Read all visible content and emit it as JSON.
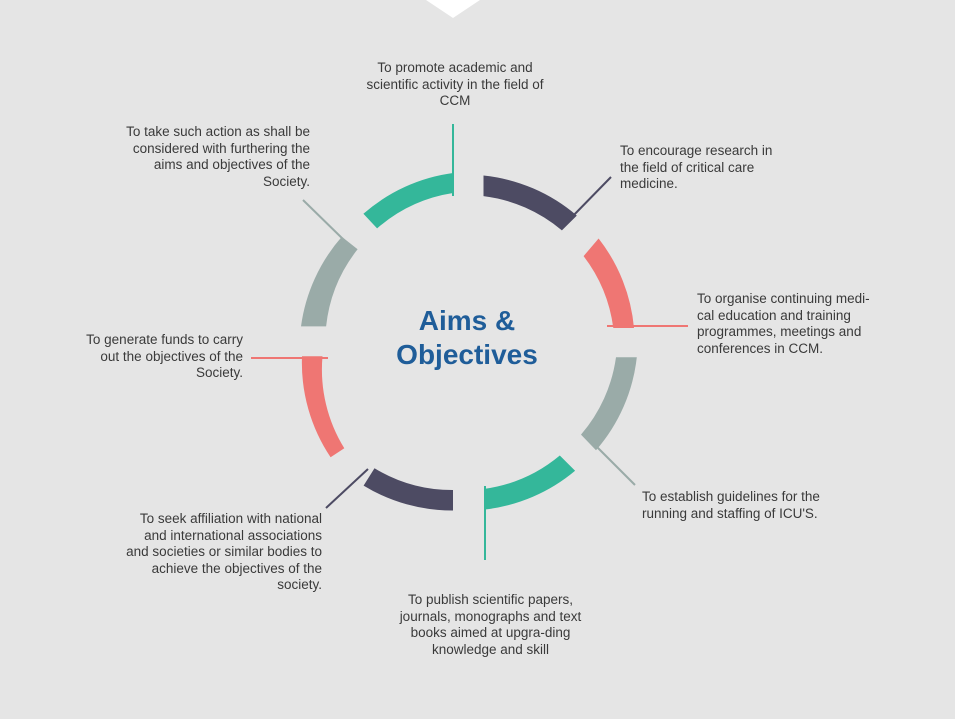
{
  "title_line1": "Aims &",
  "title_line2": "Objectives",
  "colors": {
    "teal": "#34b79a",
    "dark": "#4d4b63",
    "coral": "#ef7673",
    "gray": "#9aaba8",
    "title": "#1f5d99",
    "background": "#e5e5e5"
  },
  "objectives": [
    {
      "text": "To promote academic and scientific activity in the field of CCM",
      "color": "teal"
    },
    {
      "text": "To encourage research in the field of critical care medicine.",
      "color": "dark"
    },
    {
      "text": "To organise continuing medi-cal education and training programmes, meetings and conferences in CCM.",
      "color": "coral"
    },
    {
      "text": "To establish guidelines for the running and staffing of ICU'S.",
      "color": "gray"
    },
    {
      "text": "To publish scientific papers, journals, monographs and text books aimed at upgra-ding knowledge and skill",
      "color": "teal"
    },
    {
      "text": "To seek affiliation with national and international associations and societies or similar bodies to achieve the objectives of the society.",
      "color": "dark"
    },
    {
      "text": "To generate funds to carry out the objectives of the Society.",
      "color": "coral"
    },
    {
      "text": "To take such action as shall be considered with furthering the aims and objectives of the Society.",
      "color": "gray"
    }
  ]
}
